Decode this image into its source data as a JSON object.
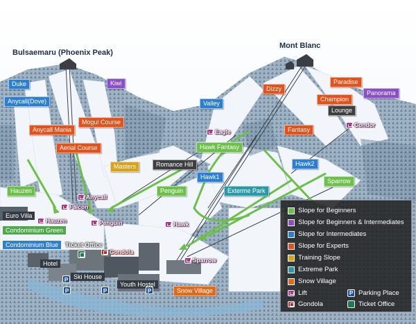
{
  "peaks": {
    "left": "Bulsaemaru (Phoenix Peak)",
    "right": "Mont Blanc"
  },
  "slopes": {
    "duke": "Duke",
    "anycall_dove": "Anycall(Dove)",
    "kiwi": "Kiwi",
    "valley": "Valley",
    "dizzy": "Dizzy",
    "paradise": "Paradise",
    "panorama": "Panorama",
    "champion": "Champion",
    "lounge": "Lounge",
    "mogul_course": "Mogul Course",
    "anycall_mania": "Anycall Mania",
    "aerial_course": "Aerial Course",
    "fantasy": "Fantasy",
    "hawk_fantasy": "Hawk Fantasy",
    "masters": "Masters",
    "romance_hill": "Romance Hill",
    "hawk1": "Hawk1",
    "hawk2": "Hawk2",
    "extreme_park": "Exterme Park",
    "hauzen": "Hauzen",
    "penguin": "Penguin",
    "sparrow": "Sparrow"
  },
  "lifts": {
    "eagle": "Eagle",
    "condor": "Condor",
    "anycall": "Anycall",
    "falcon": "Falcon",
    "penguin": "Penguin",
    "hawk": "Hawk",
    "sparrow": "Sparrow",
    "hauzen": "Hauzen"
  },
  "gondola": {
    "label": "Gondola"
  },
  "buildings": {
    "euro_villa": "Euro Villa",
    "condominium_green": "Condominium Green",
    "condominium_blue": "Condominium Blue",
    "ticket_office": "Ticket Office",
    "hotel": "Hotel",
    "ski_house": "Ski House",
    "youth_hostel": "Youth Hostel",
    "snow_village": "Snow Village"
  },
  "legend": {
    "items": [
      {
        "label": "Slope for Beginners",
        "color": "#6cc04a"
      },
      {
        "label": "Slope for Beginners & Intermediates",
        "color": "#8a4fc8"
      },
      {
        "label": "Slope for Intermediates",
        "color": "#2c7fd0"
      },
      {
        "label": "Slope for Experts",
        "color": "#e2521a"
      },
      {
        "label": "Training Slope",
        "color": "#d8a21c"
      },
      {
        "label": "Extreme Park",
        "color": "#2b9aa8"
      },
      {
        "label": "Snow Village",
        "color": "#e06a1c"
      }
    ],
    "lift": "Lift",
    "gondola": "Gondola",
    "parking": "Parking Place",
    "ticket": "Ticket Office"
  },
  "colors": {
    "sky": "#ffffff",
    "snow": "#e9f1f7",
    "forest": "#8aa3b8",
    "beginner_arrow": "#6cc04a",
    "river": "#8ab6d6"
  }
}
